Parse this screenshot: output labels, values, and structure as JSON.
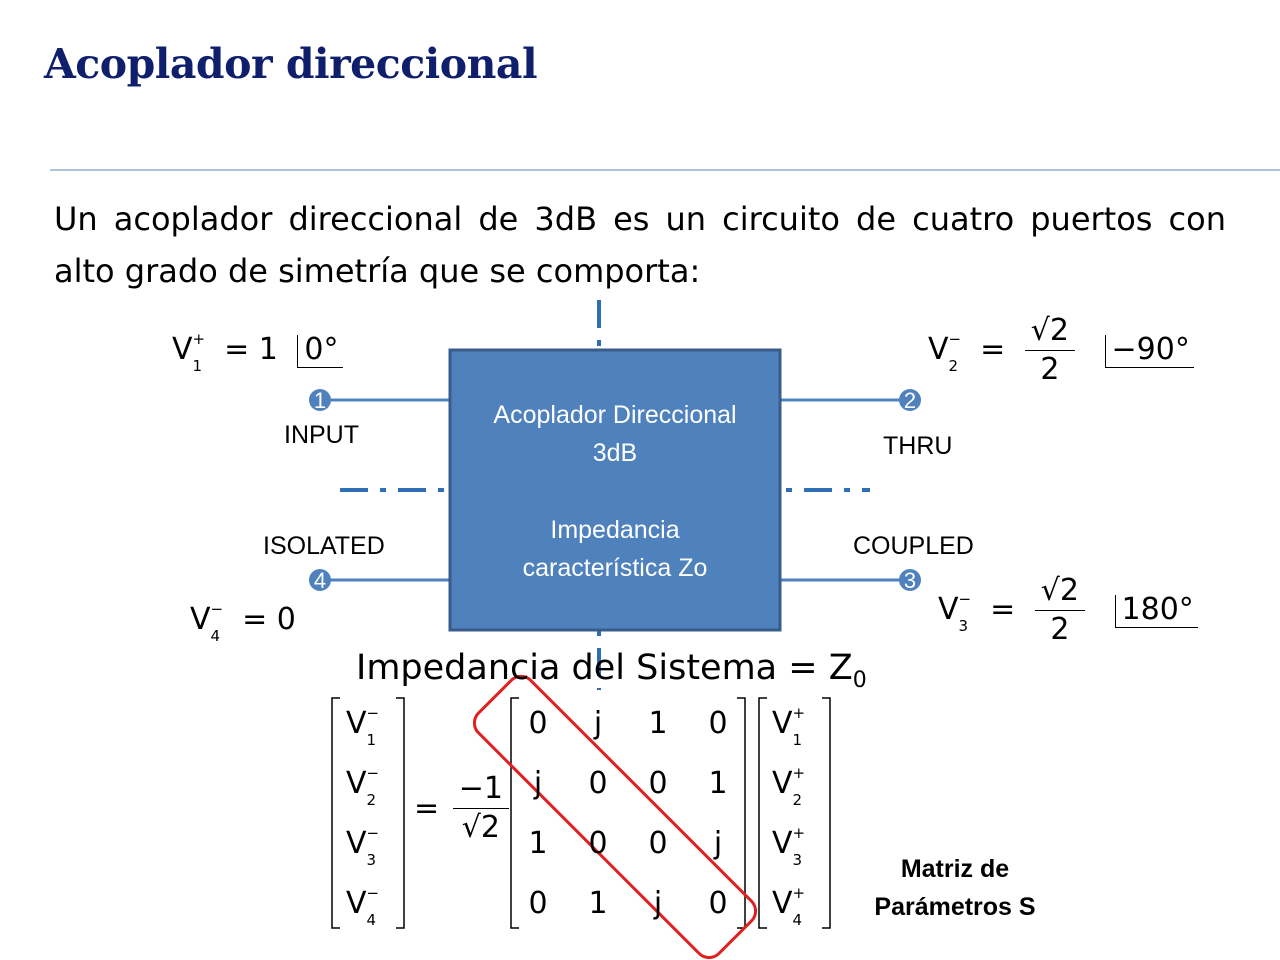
{
  "title": "Acoplador direccional",
  "intro_text": "Un acoplador direccional de 3dB es un circuito de cuatro puertos con alto grado de simetría que se comporta:",
  "block": {
    "line1": "Acoplador Direccional",
    "line2": "3dB",
    "line3": "Impedancia",
    "line4": "característica Zo",
    "fill": "#4f81bd",
    "stroke": "#385d8a"
  },
  "ports": {
    "p1": {
      "number": "1",
      "label": "INPUT"
    },
    "p2": {
      "number": "2",
      "label": "THRU"
    },
    "p3": {
      "number": "3",
      "label": "COUPLED"
    },
    "p4": {
      "number": "4",
      "label": "ISOLATED"
    }
  },
  "voltages": {
    "v1": {
      "sym": "V",
      "sub": "1",
      "sup": "+",
      "value": "1",
      "angle": "0°"
    },
    "v2": {
      "sym": "V",
      "sub": "2",
      "sup": "−",
      "num": "2",
      "den": "2",
      "angle": "−90°"
    },
    "v3": {
      "sym": "V",
      "sub": "3",
      "sup": "−",
      "num": "2",
      "den": "2",
      "angle": "180°"
    },
    "v4": {
      "sym": "V",
      "sub": "4",
      "sup": "−",
      "value": "0"
    }
  },
  "system_impedance": {
    "text": "Impedancia del Sistema = Z",
    "sub": "0"
  },
  "equation": {
    "lhs": [
      {
        "sym": "V",
        "sub": "1",
        "sup": "−"
      },
      {
        "sym": "V",
        "sub": "2",
        "sup": "−"
      },
      {
        "sym": "V",
        "sub": "3",
        "sup": "−"
      },
      {
        "sym": "V",
        "sub": "4",
        "sup": "−"
      }
    ],
    "factor_num": "−1",
    "factor_den": "2",
    "matrix": [
      [
        "0",
        "j",
        "1",
        "0"
      ],
      [
        "j",
        "0",
        "0",
        "1"
      ],
      [
        "1",
        "0",
        "0",
        "j"
      ],
      [
        "0",
        "1",
        "j",
        "0"
      ]
    ],
    "rhs": [
      {
        "sym": "V",
        "sub": "1",
        "sup": "+"
      },
      {
        "sym": "V",
        "sub": "2",
        "sup": "+"
      },
      {
        "sym": "V",
        "sub": "3",
        "sup": "+"
      },
      {
        "sym": "V",
        "sub": "4",
        "sup": "+"
      }
    ]
  },
  "matrix_caption": {
    "line1": "Matriz de",
    "line2": "Parámetros S"
  },
  "colors": {
    "title": "#0f1f6b",
    "port_line": "#4f81bd",
    "symmetry_axis": "#2f6db5",
    "highlight": "#e02020"
  }
}
